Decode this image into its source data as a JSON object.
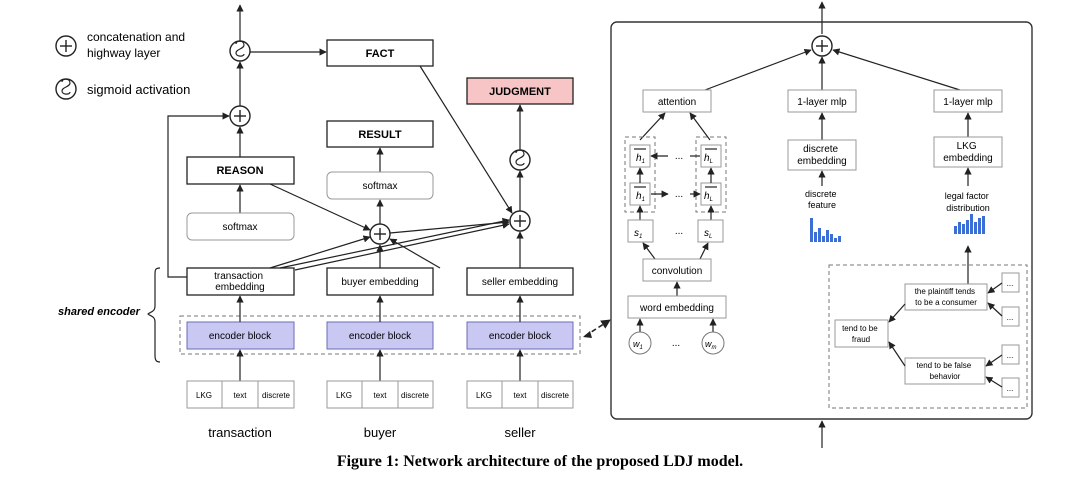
{
  "legend": {
    "concat": "concatenation and\nhighway layer",
    "sigmoid": "sigmoid activation"
  },
  "left": {
    "fact": "FACT",
    "judgment": "JUDGMENT",
    "result": "RESULT",
    "reason": "REASON",
    "softmax": "softmax",
    "transaction_embedding": "transaction\nembedding",
    "buyer_embedding": "buyer embedding",
    "seller_embedding": "seller embedding",
    "encoder_block": "encoder block",
    "shared_encoder": "shared encoder",
    "inputs": [
      "LKG",
      "text",
      "discrete"
    ],
    "groups": [
      "transaction",
      "buyer",
      "seller"
    ]
  },
  "right": {
    "attention": "attention",
    "mlp": "1-layer mlp",
    "discrete_embedding": "discrete\nembedding",
    "discrete_feature": "discrete\nfeature",
    "lkg_embedding": "LKG\nembedding",
    "legal_factor": "legal factor\ndistribution",
    "convolution": "convolution",
    "word_embedding": "word embedding",
    "ellipsis": "...",
    "h1": "h",
    "h1_sub": "1",
    "hL": "h",
    "hL_sub": "L",
    "s1": "s",
    "s1_sub": "1",
    "sL": "s",
    "sL_sub": "L",
    "w1": "w",
    "w1_sub": "1",
    "wm": "w",
    "wm_sub": "m",
    "plaintiff": "the plaintiff  tends\nto be a consumer",
    "fraud": "tend to be\nfraud",
    "false_behavior": "tend to be false\nbehavior"
  },
  "caption": "Figure 1: Network architecture of the proposed LDJ model.",
  "colors": {
    "judgment_fill": "#f7c5c5",
    "encoder_fill": "#c9c8f2",
    "bar_color": "#3b6fd6"
  }
}
